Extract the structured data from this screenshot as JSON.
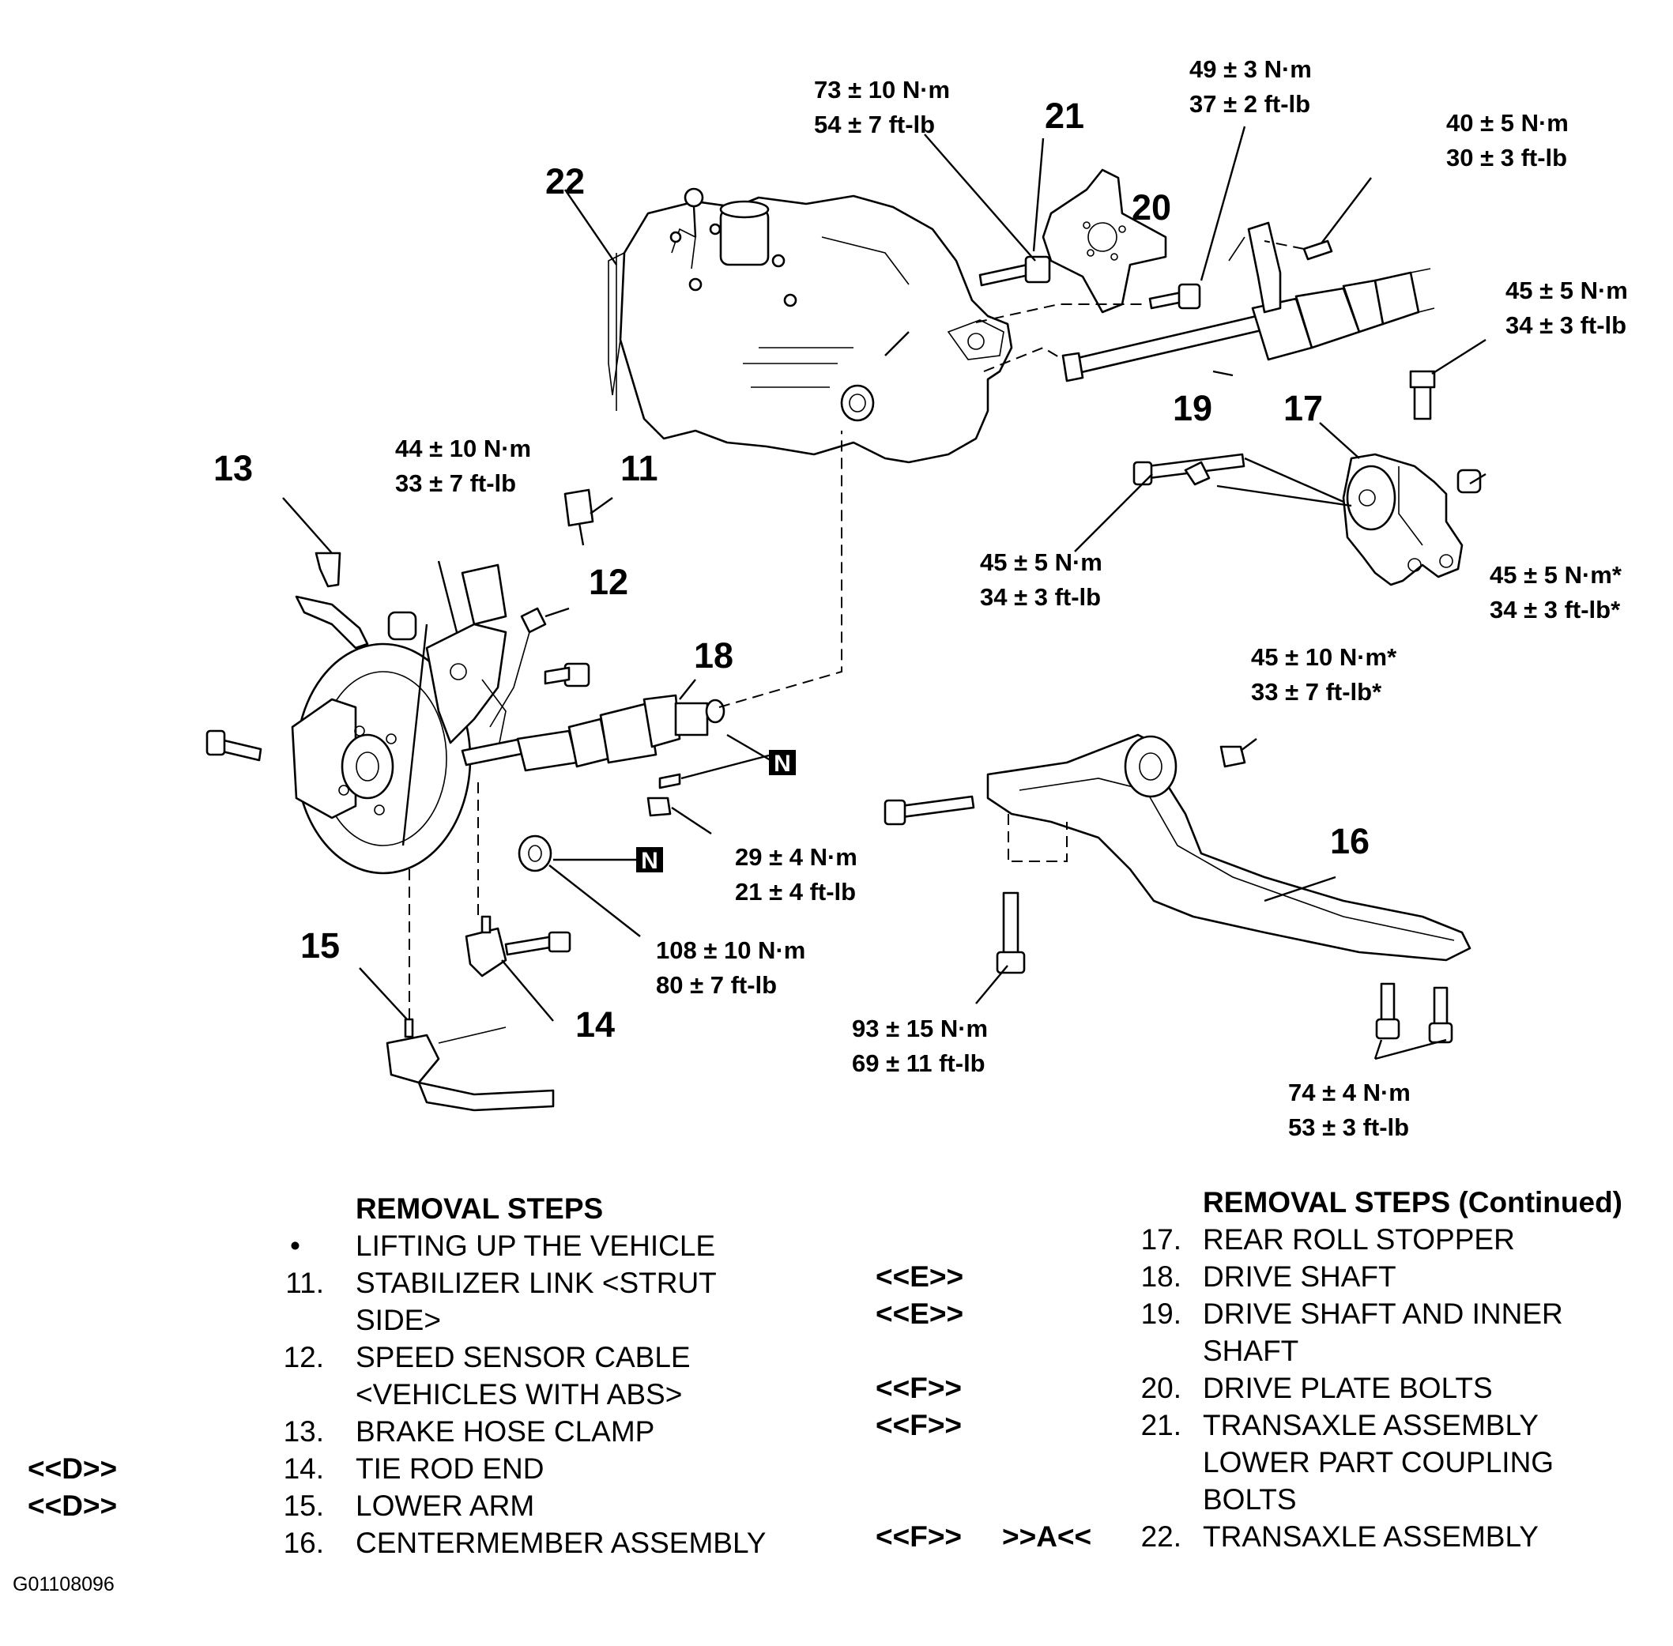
{
  "callouts": {
    "c11": "11",
    "c12": "12",
    "c13": "13",
    "c14": "14",
    "c15": "15",
    "c16": "16",
    "c17": "17",
    "c18": "18",
    "c19": "19",
    "c20": "20",
    "c21": "21",
    "c22": "22"
  },
  "torques": {
    "t_73": [
      "73 ± 10 N·m",
      "54 ± 7 ft-lb"
    ],
    "t_49": [
      "49 ± 3 N·m",
      "37 ± 2 ft-lb"
    ],
    "t_40": [
      "40 ± 5 N·m",
      "30 ± 3 ft-lb"
    ],
    "t_45a": [
      "45 ± 5 N·m",
      "34 ± 3 ft-lb"
    ],
    "t_44": [
      "44 ± 10 N·m",
      "33 ± 7 ft-lb"
    ],
    "t_45b": [
      "45 ± 5 N·m",
      "34 ± 3 ft-lb"
    ],
    "t_45c": [
      "45 ± 5 N·m*",
      "34 ± 3 ft-lb*"
    ],
    "t_45d": [
      "45 ± 10 N·m*",
      "33 ± 7 ft-lb*"
    ],
    "t_29": [
      "29 ± 4 N·m",
      "21 ± 4 ft-lb"
    ],
    "t_108": [
      "108 ± 10 N·m",
      "80 ± 7 ft-lb"
    ],
    "t_93": [
      "93 ± 15 N·m",
      "69 ± 11 ft-lb"
    ],
    "t_74": [
      "74 ± 4 N·m",
      "53 ± 3 ft-lb"
    ]
  },
  "n_mark": "N",
  "removal_left": {
    "heading": "REMOVAL STEPS",
    "steps": [
      {
        "num": "•",
        "text": "LIFTING UP THE VEHICLE",
        "mark": ""
      },
      {
        "num": "11.",
        "text": "STABILIZER LINK <STRUT",
        "mark": ""
      },
      {
        "num": "",
        "text": "SIDE>",
        "mark": ""
      },
      {
        "num": "12.",
        "text": "SPEED SENSOR CABLE",
        "mark": ""
      },
      {
        "num": "",
        "text": "<VEHICLES WITH ABS>",
        "mark": ""
      },
      {
        "num": "13.",
        "text": "BRAKE HOSE CLAMP",
        "mark": ""
      },
      {
        "num": "14.",
        "text": "TIE ROD END",
        "mark": "<<D>>"
      },
      {
        "num": "15.",
        "text": "LOWER ARM",
        "mark": "<<D>>"
      },
      {
        "num": "16.",
        "text": "CENTERMEMBER ASSEMBLY",
        "mark": ""
      }
    ]
  },
  "removal_right": {
    "heading": "REMOVAL STEPS (Continued)",
    "steps": [
      {
        "num": "17.",
        "text": "REAR ROLL STOPPER",
        "mark": "",
        "mark2": ""
      },
      {
        "num": "18.",
        "text": "DRIVE SHAFT",
        "mark": "<<E>>",
        "mark2": ""
      },
      {
        "num": "19.",
        "text": "DRIVE SHAFT AND INNER",
        "mark": "<<E>>",
        "mark2": ""
      },
      {
        "num": "",
        "text": "SHAFT",
        "mark": "",
        "mark2": ""
      },
      {
        "num": "20.",
        "text": "DRIVE PLATE BOLTS",
        "mark": "<<F>>",
        "mark2": ""
      },
      {
        "num": "21.",
        "text": "TRANSAXLE ASSEMBLY",
        "mark": "<<F>>",
        "mark2": ""
      },
      {
        "num": "",
        "text": "LOWER PART COUPLING",
        "mark": "",
        "mark2": ""
      },
      {
        "num": "",
        "text": "BOLTS",
        "mark": "",
        "mark2": ""
      },
      {
        "num": "22.",
        "text": "TRANSAXLE ASSEMBLY",
        "mark": "<<F>>",
        "mark2": ">>A<<"
      }
    ]
  },
  "figure_id": "G01108096"
}
